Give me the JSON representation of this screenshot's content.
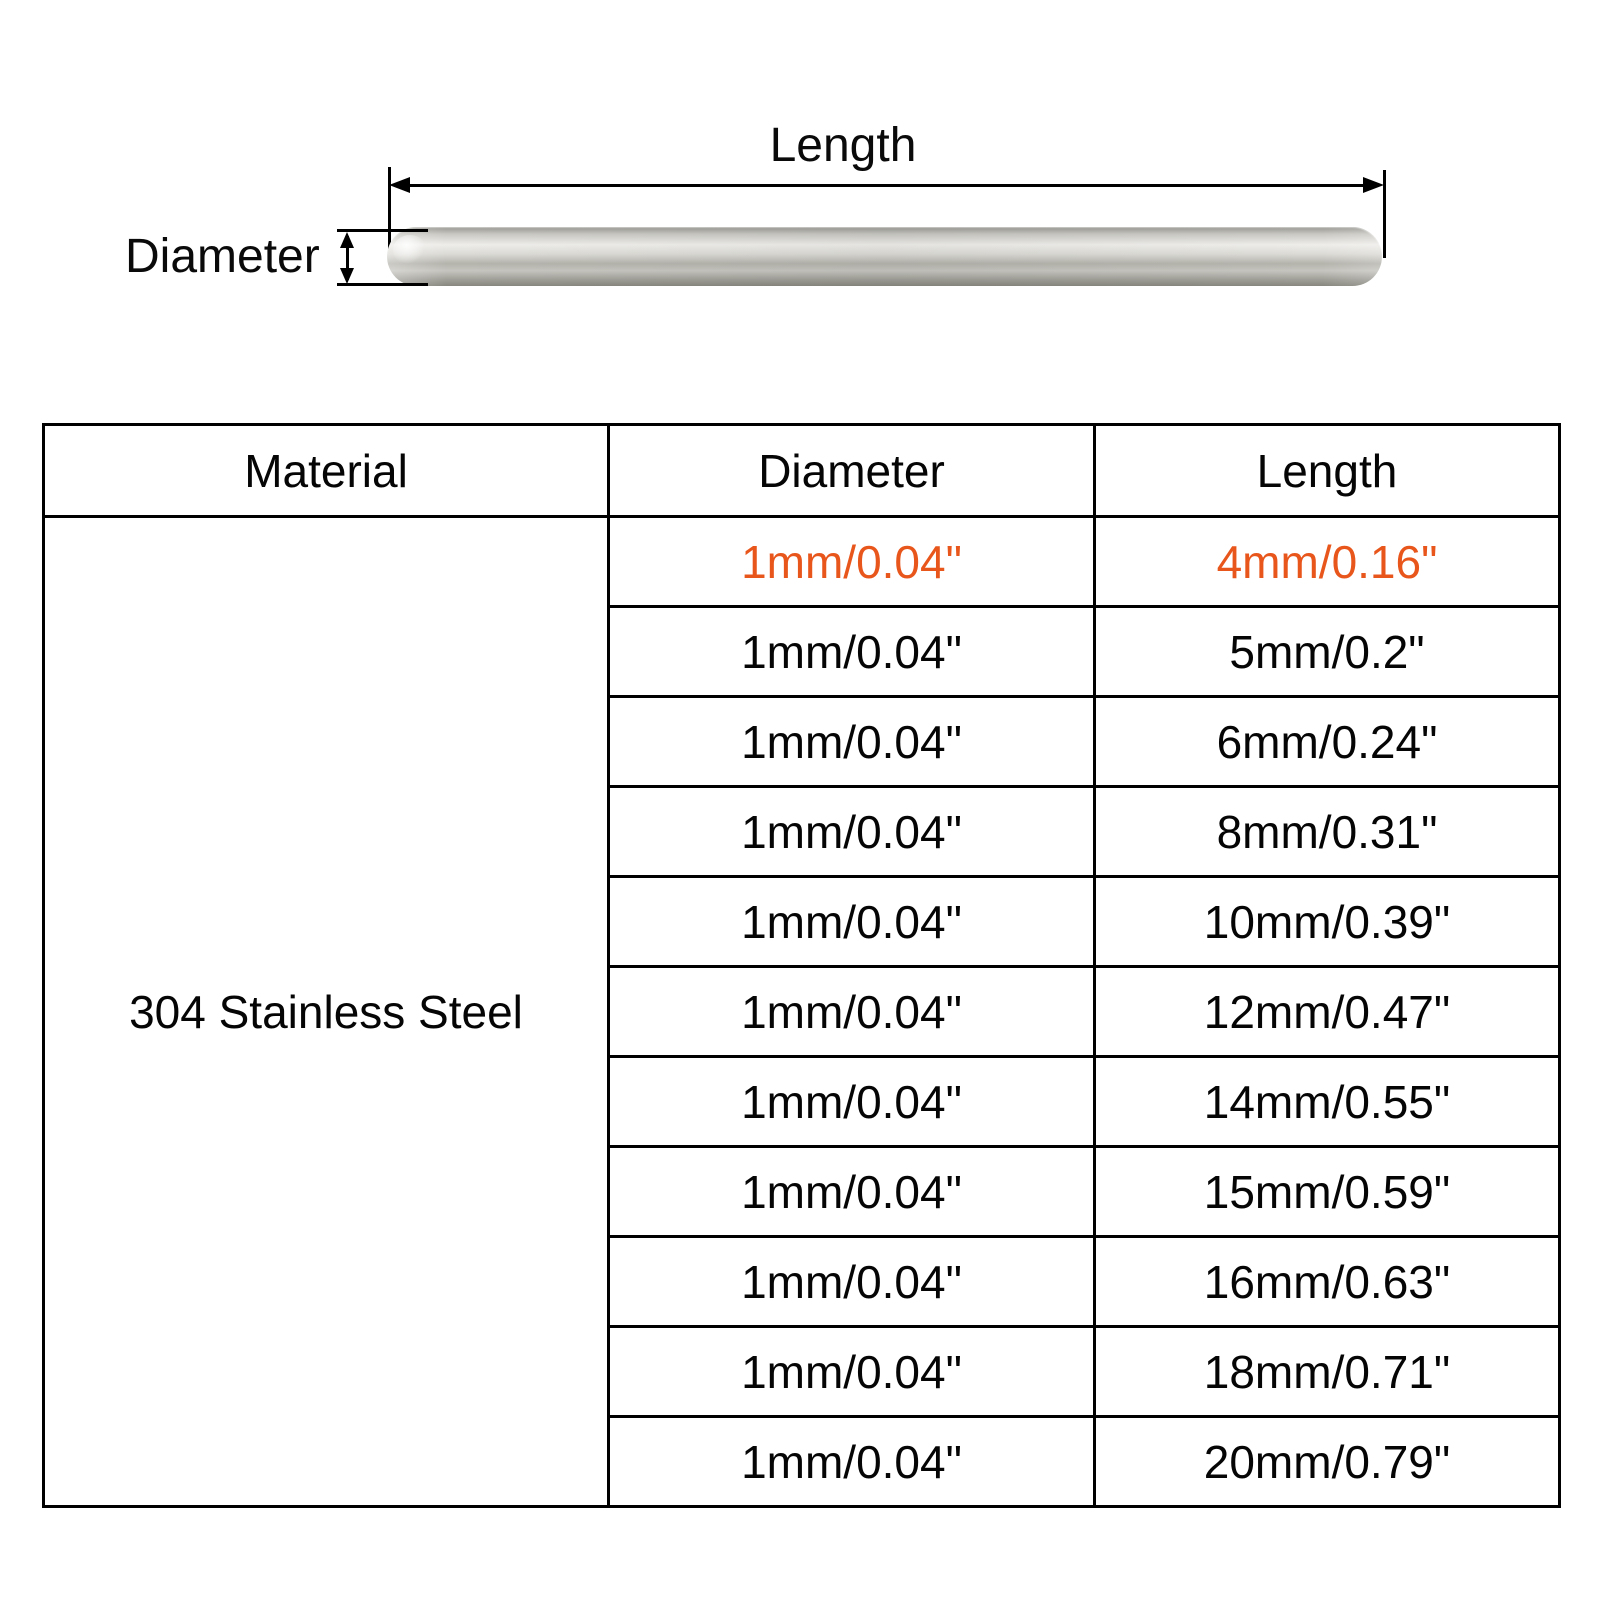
{
  "diagram": {
    "length_label": "Length",
    "diameter_label": "Diameter"
  },
  "spec_table": {
    "headers": {
      "material": "Material",
      "diameter": "Diameter",
      "length": "Length"
    },
    "material_value": "304 Stainless Steel",
    "rows": [
      {
        "diameter": "1mm/0.04\"",
        "length": "4mm/0.16\"",
        "highlighted": true
      },
      {
        "diameter": "1mm/0.04\"",
        "length": "5mm/0.2\"",
        "highlighted": false
      },
      {
        "diameter": "1mm/0.04\"",
        "length": "6mm/0.24\"",
        "highlighted": false
      },
      {
        "diameter": "1mm/0.04\"",
        "length": "8mm/0.31\"",
        "highlighted": false
      },
      {
        "diameter": "1mm/0.04\"",
        "length": "10mm/0.39\"",
        "highlighted": false
      },
      {
        "diameter": "1mm/0.04\"",
        "length": "12mm/0.47\"",
        "highlighted": false
      },
      {
        "diameter": "1mm/0.04\"",
        "length": "14mm/0.55\"",
        "highlighted": false
      },
      {
        "diameter": "1mm/0.04\"",
        "length": "15mm/0.59\"",
        "highlighted": false
      },
      {
        "diameter": "1mm/0.04\"",
        "length": "16mm/0.63\"",
        "highlighted": false
      },
      {
        "diameter": "1mm/0.04\"",
        "length": "18mm/0.71\"",
        "highlighted": false
      },
      {
        "diameter": "1mm/0.04\"",
        "length": "20mm/0.79\"",
        "highlighted": false
      }
    ],
    "colors": {
      "highlight": "#e8561c",
      "text": "#000000",
      "border": "#000000"
    }
  }
}
